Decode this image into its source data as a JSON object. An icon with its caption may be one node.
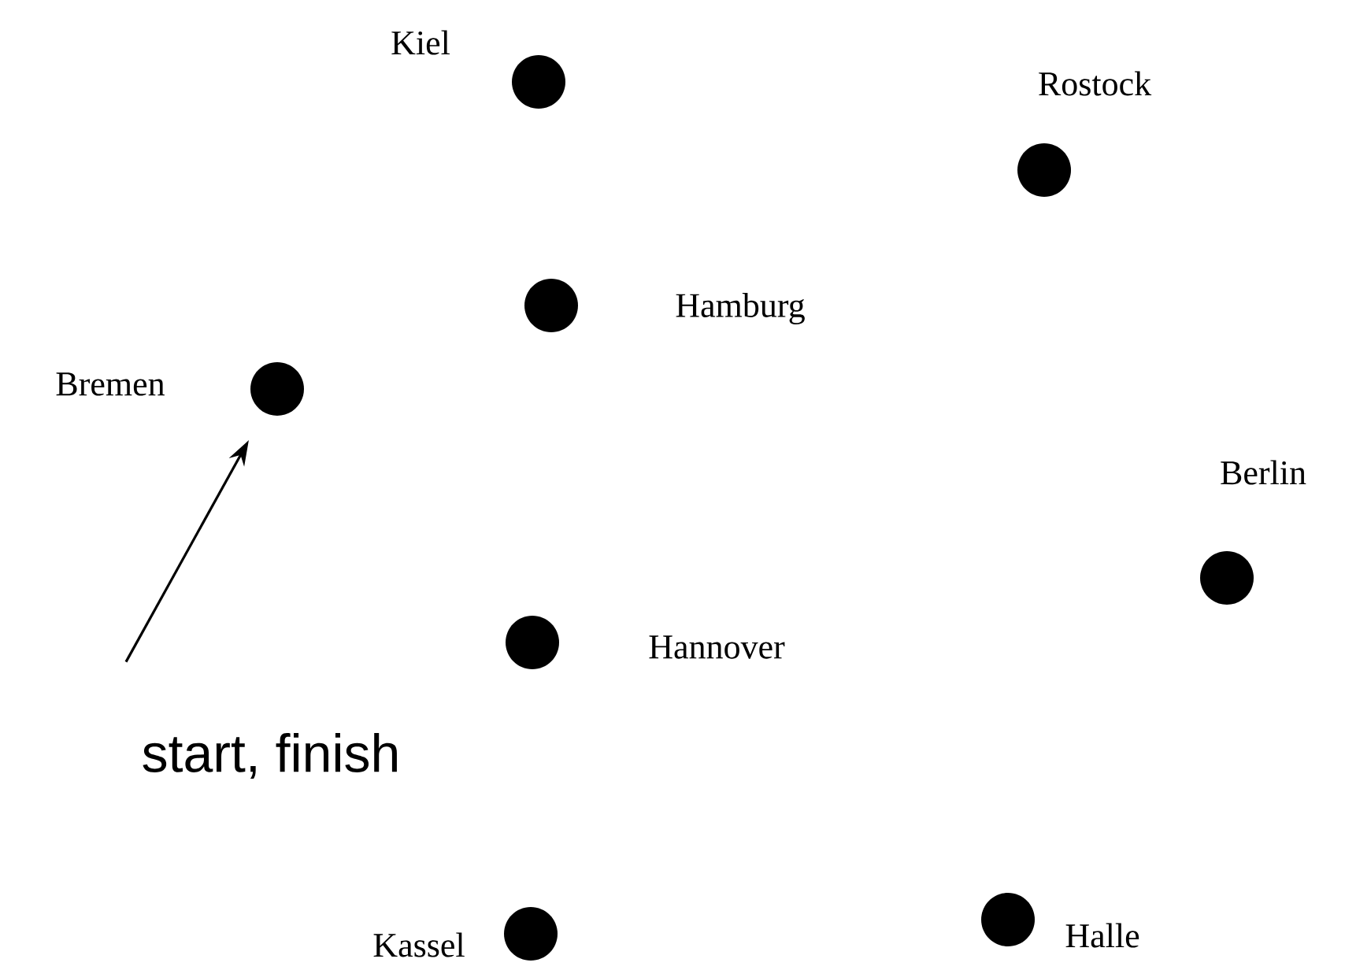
{
  "diagram": {
    "nodes": [
      {
        "text": [],
        "shape": "circle",
        "beside": [
          "Kiel"
        ]
      },
      {
        "text": [],
        "shape": "circle",
        "beside": [
          "Rostock"
        ]
      },
      {
        "text": [],
        "shape": "circle",
        "beside": [
          "Hamburg"
        ]
      },
      {
        "text": [],
        "shape": "circle",
        "beside": [
          "Bremen"
        ]
      },
      {
        "text": [],
        "shape": "circle",
        "beside": [
          "Berlin"
        ]
      },
      {
        "text": [],
        "shape": "circle",
        "beside": [
          "Hannover"
        ]
      },
      {
        "text": [
          "start, finish"
        ]
      },
      {
        "text": [],
        "shape": "circle",
        "beside": [
          "Halle"
        ]
      },
      {
        "text": [],
        "shape": "circle",
        "beside": [
          "Kassel"
        ]
      }
    ],
    "edges": [
      {
        "from": 6,
        "to": 3,
        "arrow": "to"
      }
    ]
  }
}
